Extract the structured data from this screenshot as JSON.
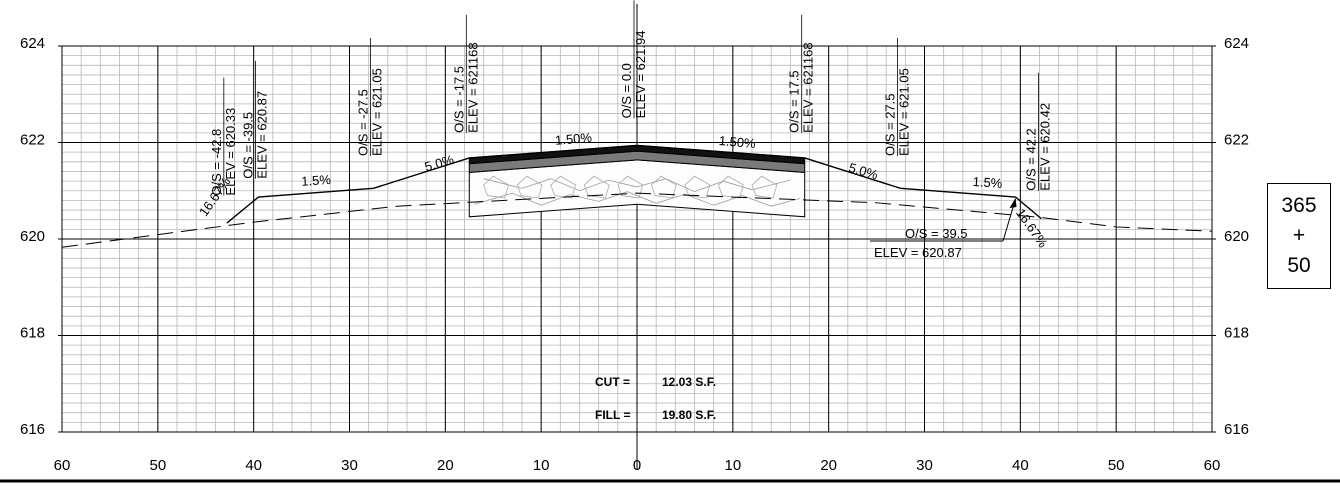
{
  "chart_data": {
    "type": "cross-section",
    "x_axis": {
      "ticks": [
        60,
        50,
        40,
        30,
        20,
        10,
        0,
        10,
        20,
        30,
        40,
        50,
        60
      ],
      "offset_range": [
        -60,
        60
      ]
    },
    "y_axis": {
      "ticks": [
        "624",
        "622",
        "620",
        "618",
        "616"
      ],
      "elev_range": [
        616,
        624
      ]
    },
    "grid": true,
    "proposed_profile": [
      {
        "offset": -42.8,
        "elev": 620.33
      },
      {
        "offset": -39.5,
        "elev": 620.87
      },
      {
        "offset": -27.5,
        "elev": 621.05
      },
      {
        "offset": -17.5,
        "elev": 621.68
      },
      {
        "offset": 0.0,
        "elev": 621.94
      },
      {
        "offset": 17.5,
        "elev": 621.68
      },
      {
        "offset": 27.5,
        "elev": 621.05
      },
      {
        "offset": 39.5,
        "elev": 620.87
      },
      {
        "offset": 42.2,
        "elev": 620.42
      }
    ],
    "existing_ground": [
      {
        "offset": -60,
        "elev": 619.83
      },
      {
        "offset": -40,
        "elev": 620.35
      },
      {
        "offset": -25,
        "elev": 620.68
      },
      {
        "offset": 0,
        "elev": 620.95
      },
      {
        "offset": 25,
        "elev": 620.75
      },
      {
        "offset": 42,
        "elev": 620.45
      },
      {
        "offset": 50,
        "elev": 620.25
      },
      {
        "offset": 60,
        "elev": 620.16
      }
    ],
    "point_labels": [
      {
        "os": "O/S = -42.8",
        "elev": "ELEV = 620.33"
      },
      {
        "os": "O/S = -39.5",
        "elev": "ELEV = 620.87"
      },
      {
        "os": "O/S = -27.5",
        "elev": "ELEV = 621.05"
      },
      {
        "os": "O/S = -17.5",
        "elev": "ELEV = 621168"
      },
      {
        "os": "O/S = 0.0",
        "elev": "ELEV = 621.94"
      },
      {
        "os": "O/S = 17.5",
        "elev": "ELEV = 621168"
      },
      {
        "os": "O/S = 27.5",
        "elev": "ELEV = 621.05"
      },
      {
        "os": "O/S = 42.2",
        "elev": "ELEV = 620.42"
      }
    ],
    "callout": {
      "os": "O/S = 39.5",
      "elev": "ELEV = 620.87"
    },
    "slope_labels": [
      "16.67%",
      "1.5%",
      "5.0%",
      "1.50%",
      "1.50%",
      "5.0%",
      "1.5%",
      "16.67%"
    ],
    "quantities": [
      {
        "label": "CUT =",
        "value": "12.03 S.F."
      },
      {
        "label": "FILL =",
        "value": "19.80 S.F."
      }
    ],
    "station": {
      "top": "365",
      "mid": "+",
      "bottom": "50"
    }
  },
  "colors": {
    "pavement": "#111111",
    "base_course": "#7a7a7a",
    "grid_minor": "#b8b8b8",
    "grid_major": "#000000"
  }
}
